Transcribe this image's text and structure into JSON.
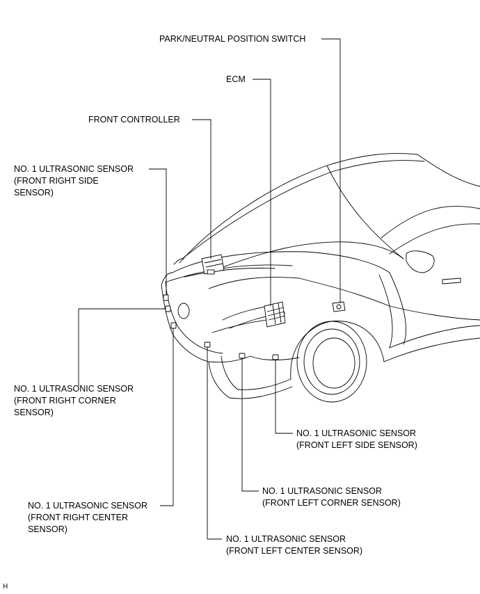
{
  "labels": {
    "park_neutral": [
      "PARK/NEUTRAL POSITION SWITCH"
    ],
    "ecm": [
      "ECM"
    ],
    "front_controller": [
      "FRONT CONTROLLER"
    ],
    "front_right_side": [
      "NO. 1 ULTRASONIC SENSOR",
      "(FRONT RIGHT SIDE",
      "SENSOR)"
    ],
    "front_right_corner": [
      "NO. 1 ULTRASONIC SENSOR",
      "(FRONT RIGHT CORNER",
      "SENSOR)"
    ],
    "front_right_center": [
      "NO. 1 ULTRASONIC SENSOR",
      "(FRONT RIGHT CENTER",
      "SENSOR)"
    ],
    "front_left_side": [
      "NO. 1 ULTRASONIC SENSOR",
      "(FRONT LEFT SIDE SENSOR)"
    ],
    "front_left_corner": [
      "NO. 1 ULTRASONIC SENSOR",
      "(FRONT LEFT CORNER SENSOR)"
    ],
    "front_left_center": [
      "NO. 1 ULTRASONIC SENSOR",
      "(FRONT LEFT CENTER SENSOR)"
    ]
  },
  "figure_code": "H"
}
